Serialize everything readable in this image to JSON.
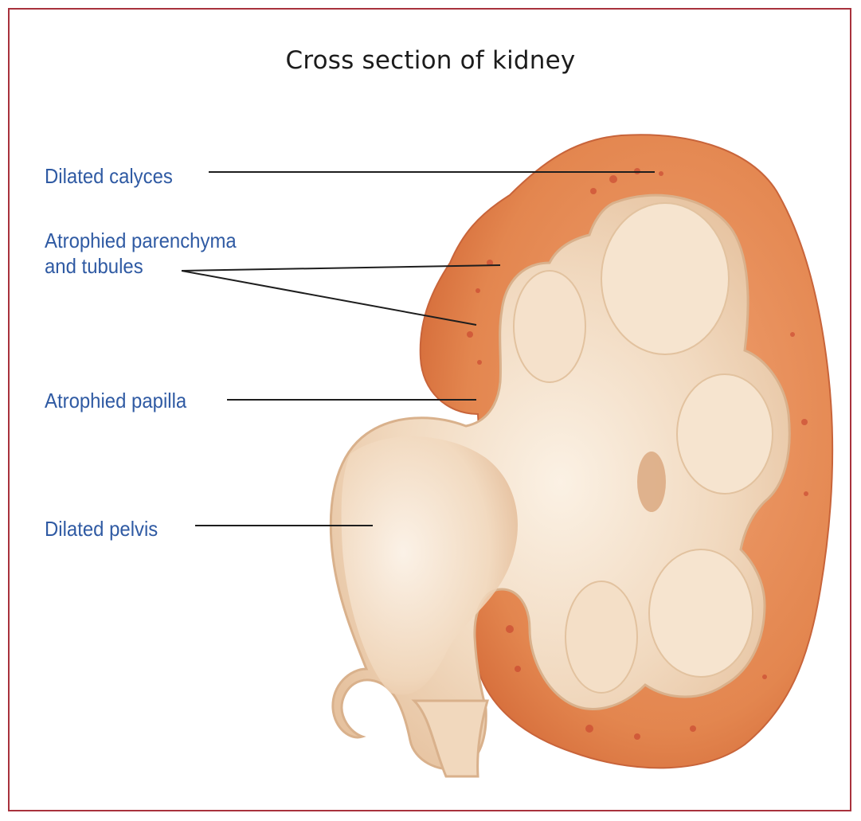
{
  "title": "Cross section of kidney",
  "labels": {
    "dilated_calyces": "Dilated calyces",
    "atrophied_parenchyma_line1": "Atrophied parenchyma",
    "atrophied_parenchyma_line2": "and tubules",
    "atrophied_papilla": "Atrophied papilla",
    "dilated_pelvis": "Dilated pelvis"
  },
  "colors": {
    "label_text": "#2f5aa3",
    "frame_border": "#a8323c",
    "cortex": "#e0804a",
    "medulla_interior": "#f2dcc2",
    "leader_line": "#1e1e1e"
  }
}
